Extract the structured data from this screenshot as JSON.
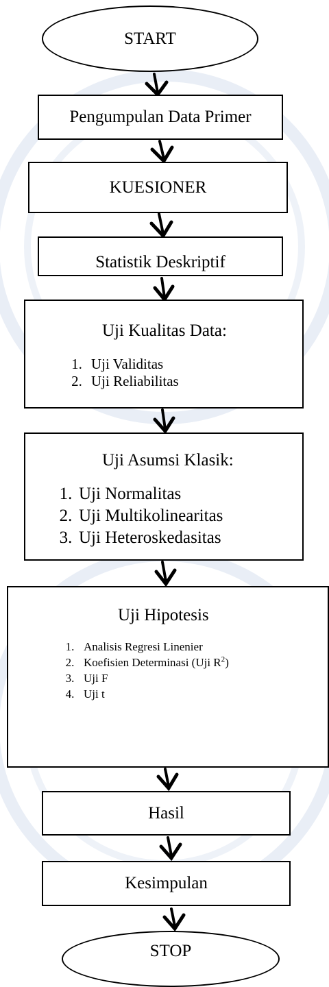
{
  "flowchart": {
    "start": "START",
    "step_primary_data": "Pengumpulan Data Primer",
    "step_questionnaire": "KUESIONER",
    "step_descriptive": "Statistik Deskriptif",
    "data_quality": {
      "heading": "Uji Kualitas Data:",
      "items": [
        {
          "num": "1.",
          "text": "Uji Validitas"
        },
        {
          "num": "2.",
          "text": "Uji Reliabilitas"
        }
      ]
    },
    "classic_assumption": {
      "heading": "Uji Asumsi Klasik:",
      "items": [
        {
          "num": "1.",
          "text": "Uji Normalitas"
        },
        {
          "num": "2.",
          "text": "Uji Multikolinearitas"
        },
        {
          "num": "3.",
          "text": "Uji Heteroskedasitas"
        }
      ]
    },
    "hypothesis": {
      "heading": "Uji Hipotesis",
      "items": [
        {
          "num": "1.",
          "text": "Analisis Regresi Linenier"
        },
        {
          "num": "2.",
          "text": "Koefisien Determinasi (Uji R",
          "sup": "2",
          "tail": ")"
        },
        {
          "num": "3.",
          "text": "Uji F"
        },
        {
          "num": "4.",
          "text": "Uji t"
        }
      ]
    },
    "step_result": "Hasil",
    "step_conclusion": "Kesimpulan",
    "stop": "STOP"
  },
  "colors": {
    "stroke": "#000000",
    "fill": "#ffffff",
    "watermark": "#e9eef6"
  }
}
